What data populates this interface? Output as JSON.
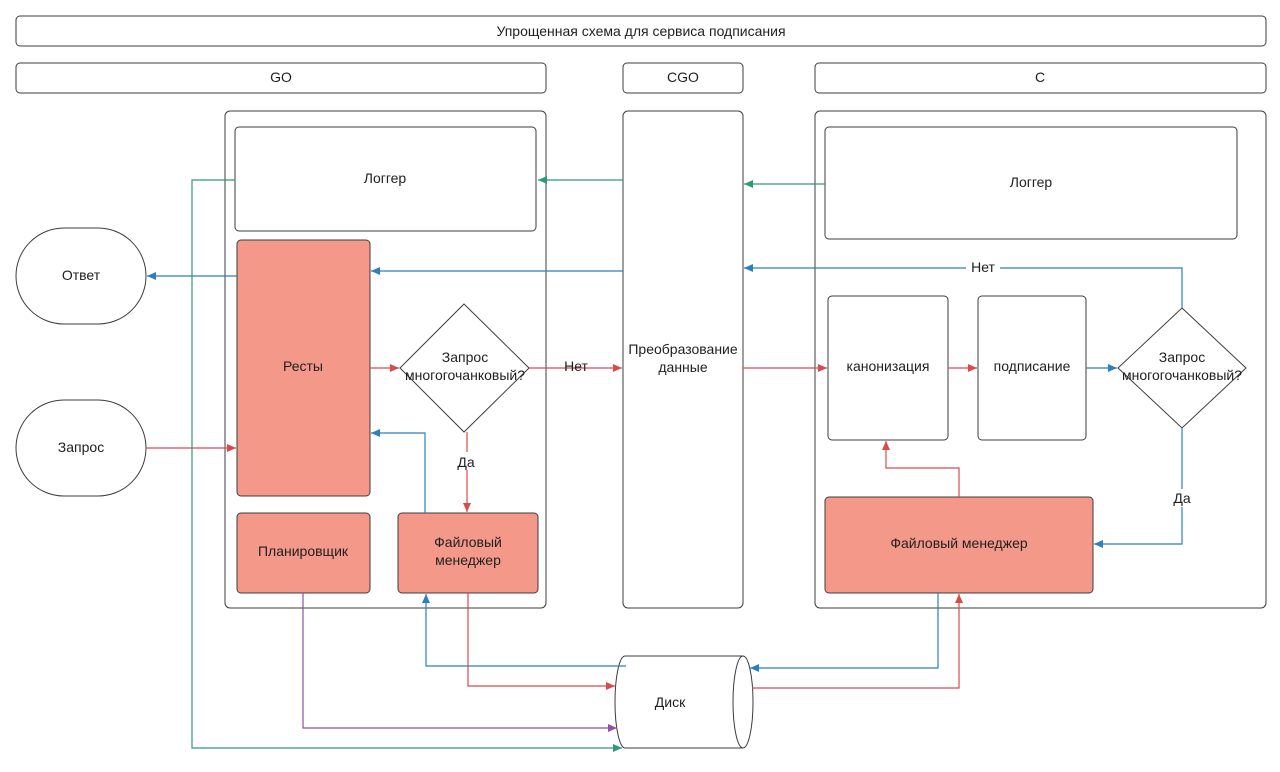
{
  "title": "Упрощенная схема для сервиса подписания",
  "lanes": {
    "go": "GO",
    "cgo": "CGO",
    "c": "C"
  },
  "terminals": {
    "response": "Ответ",
    "request": "Запрос"
  },
  "go": {
    "logger": "Логгер",
    "rests": "Ресты",
    "decision": [
      "Запрос",
      "многогочанковый?"
    ],
    "scheduler": "Планировщик",
    "file_manager": [
      "Файловый",
      "менеджер"
    ]
  },
  "cgo": {
    "transform": [
      "Преобразование",
      "данные"
    ]
  },
  "c": {
    "logger": "Логгер",
    "canonization": "канонизация",
    "signing": "подписание",
    "decision": [
      "Запрос",
      "многогочанковый?"
    ],
    "file_manager": "Файловый менеджер"
  },
  "disk": "Диск",
  "edge_labels": {
    "no_go": "Нет",
    "yes_go": "Да",
    "no_c": "Нет",
    "yes_c": "Да"
  },
  "colors": {
    "fill": "#f4998a",
    "red": "#d94a4a",
    "blue": "#2f7fbf",
    "teal": "#2e9a7a",
    "purple": "#9050a8"
  }
}
